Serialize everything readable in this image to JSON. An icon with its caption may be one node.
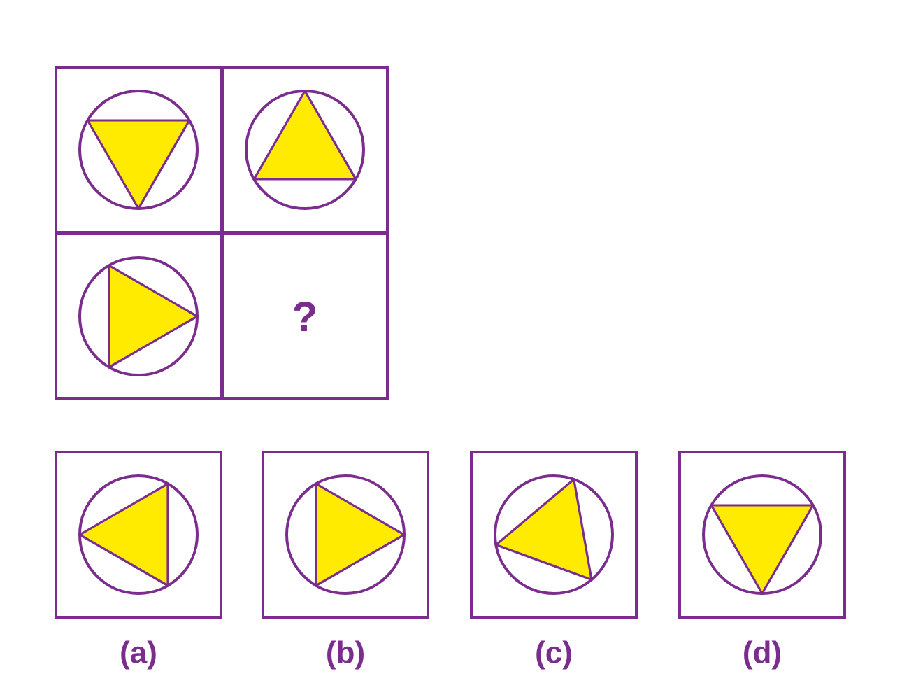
{
  "diagram": {
    "nodes": [
      {
        "text": [],
        "shape": "box"
      },
      {
        "text": [],
        "shape": "box"
      },
      {
        "text": [],
        "shape": "box"
      },
      {
        "text": [
          "?"
        ]
      },
      {
        "text": [],
        "shape": "box",
        "beside": [
          "(a)"
        ]
      },
      {
        "text": [],
        "shape": "box",
        "beside": [
          "(b)"
        ]
      },
      {
        "text": [],
        "shape": "box",
        "beside": [
          "(c)"
        ]
      },
      {
        "text": [],
        "shape": "box",
        "beside": [
          "(d)"
        ]
      }
    ]
  }
}
